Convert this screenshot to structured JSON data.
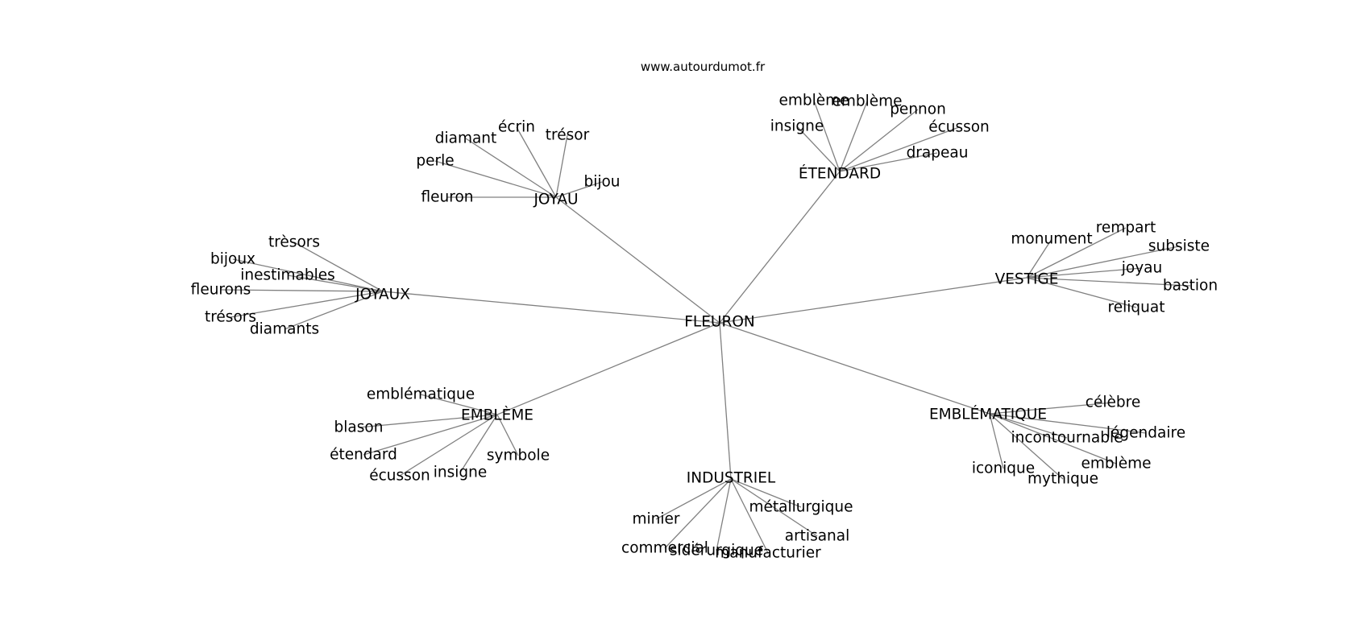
{
  "source": "www.autourdumot.fr",
  "graph": {
    "root": "FLEURON",
    "branches": [
      {
        "label": "JOYAU",
        "children": [
          "fleuron",
          "perle",
          "diamant",
          "écrin",
          "trésor",
          "bijou"
        ]
      },
      {
        "label": "ÉTENDARD",
        "children": [
          "insigne",
          "emblème",
          "emblème",
          "pennon",
          "écusson",
          "drapeau"
        ]
      },
      {
        "label": "JOYAUX",
        "children": [
          "très​ors",
          "bijoux",
          "inestimables",
          "fleurons",
          "trésors",
          "diamants"
        ]
      },
      {
        "label": "VESTIGE",
        "children": [
          "monument",
          "rempart",
          "subsiste",
          "joyau",
          "bastion",
          "reliquat"
        ]
      },
      {
        "label": "EMBLÈME",
        "children": [
          "emblématique",
          "blason",
          "étendard",
          "écusson",
          "insigne",
          "symbole"
        ]
      },
      {
        "label": "INDUSTRIEL",
        "children": [
          "minier",
          "commercial",
          "sidérurgique",
          "manufacturier",
          "artisanal",
          "métallurgique"
        ]
      },
      {
        "label": "EMBLÉMATIQUE",
        "children": [
          "célèbre",
          "légendaire",
          "incontournable",
          "emblème",
          "mythique",
          "iconique"
        ]
      }
    ]
  }
}
